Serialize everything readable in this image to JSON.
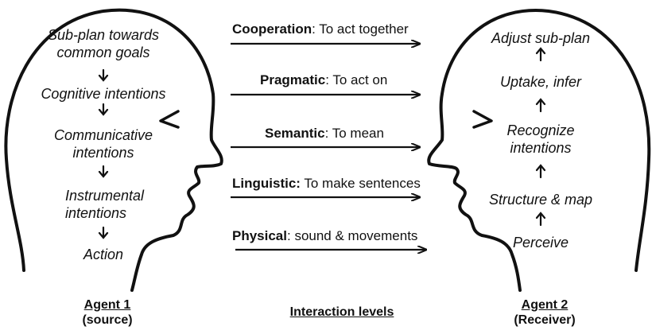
{
  "agent1": {
    "name": "Agent 1",
    "role": "(source)",
    "steps": [
      {
        "line1": "Sub-plan towards",
        "line2": "common goals"
      },
      {
        "line1": "Cognitive intentions",
        "line2": ""
      },
      {
        "line1": "Communicative",
        "line2": "intentions"
      },
      {
        "line1": "Instrumental",
        "line2": "intentions"
      },
      {
        "line1": "Action",
        "line2": ""
      }
    ]
  },
  "agent2": {
    "name": "Agent 2",
    "role": "(Receiver)",
    "steps": [
      {
        "line1": "Adjust sub-plan",
        "line2": ""
      },
      {
        "line1": "Uptake, infer",
        "line2": ""
      },
      {
        "line1": "Recognize",
        "line2": "intentions"
      },
      {
        "line1": "Structure & map",
        "line2": ""
      },
      {
        "line1": "Perceive",
        "line2": ""
      }
    ]
  },
  "levels": {
    "heading": "Interaction levels",
    "items": [
      {
        "name": "Cooperation",
        "desc": ": To  act together"
      },
      {
        "name": "Pragmatic",
        "desc": ": To act on"
      },
      {
        "name": "Semantic",
        "desc": ": To mean"
      },
      {
        "name": "Linguistic:",
        "desc": " To make sentences"
      },
      {
        "name": "Physical",
        "desc": ": sound & movements"
      }
    ]
  }
}
